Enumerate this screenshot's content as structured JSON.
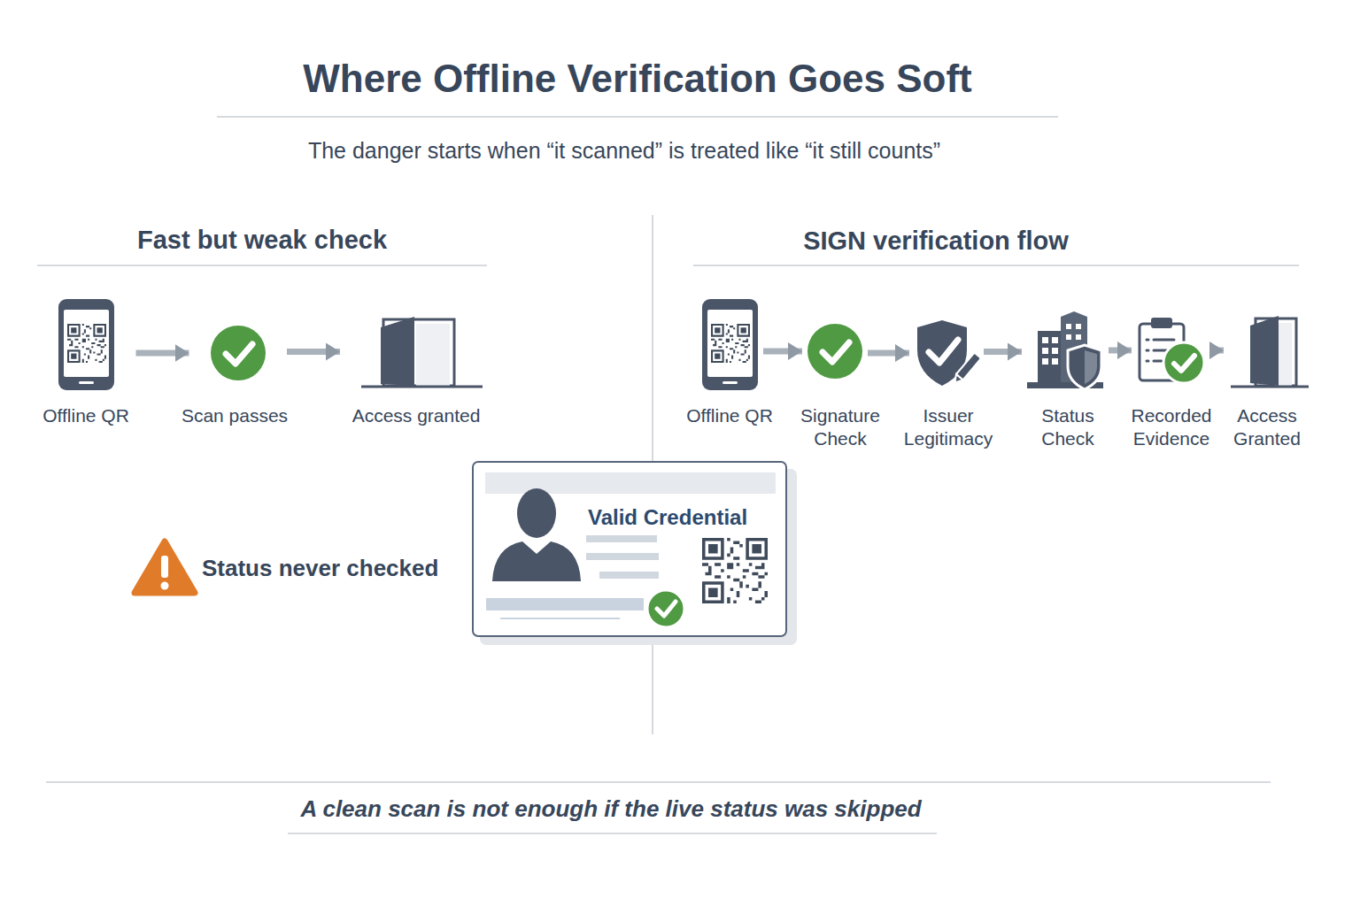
{
  "diagram": {
    "title": "Where Offline Verification Goes Soft",
    "caption": "A clean scan is not enough if the live status was skipped",
    "nodes": [
      {
        "text": [
          "Offline QR"
        ]
      },
      {
        "text": [
          "Scan passes"
        ]
      },
      {
        "text": [
          "Access granted"
        ]
      },
      {
        "text": [
          "Offline QR"
        ]
      },
      {
        "text": [
          "Signature Check"
        ]
      },
      {
        "text": [
          "Issuer Legitimacy"
        ]
      },
      {
        "text": [
          "Status Check"
        ]
      },
      {
        "text": [
          "Recorded Evidence"
        ]
      },
      {
        "text": [
          "Access Granted"
        ]
      },
      {
        "text": [
          "Valid Credential"
        ]
      }
    ],
    "edges": [
      {
        "from": 0,
        "to": 1,
        "arrow": "to"
      },
      {
        "from": 1,
        "to": 2,
        "arrow": "to"
      },
      {
        "from": 3,
        "to": 4,
        "arrow": "to"
      },
      {
        "from": 4,
        "to": 5,
        "arrow": "to"
      },
      {
        "from": 5,
        "to": 6,
        "arrow": "to"
      },
      {
        "from": 6,
        "to": 7,
        "arrow": "to"
      },
      {
        "from": 7,
        "to": 8,
        "arrow": "to"
      }
    ],
    "labels": [
      "The danger starts when “it scanned” is treated like “it still counts”",
      "Fast but weak check",
      "SIGN verification flow",
      "Status never checked"
    ]
  }
}
